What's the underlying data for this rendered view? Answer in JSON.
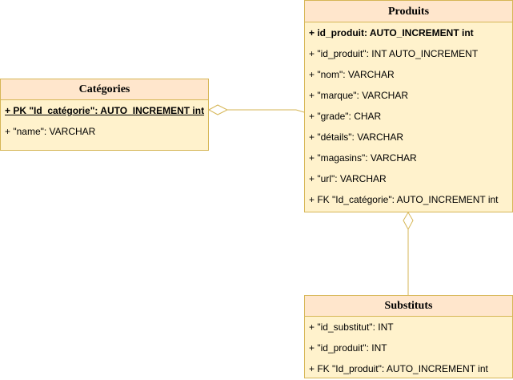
{
  "classes": {
    "categories": {
      "name": "Catégories",
      "attributes": [
        "+ PK \"Id_catégorie\": AUTO_INCREMENT int",
        "+ \"name\": VARCHAR"
      ]
    },
    "produits": {
      "name": "Produits",
      "attributes": [
        "+ id_produit: AUTO_INCREMENT int",
        "+ \"id_produit\": INT AUTO_INCREMENT",
        "+ \"nom\": VARCHAR",
        "+ \"marque\": VARCHAR",
        "+ \"grade\": CHAR",
        "+ \"détails\": VARCHAR",
        "+ \"magasins\": VARCHAR",
        "+ \"url\": VARCHAR",
        "+ FK \"Id_catégorie\": AUTO_INCREMENT int"
      ]
    },
    "substituts": {
      "name": "Substituts",
      "attributes": [
        "+ \"id_substitut\": INT",
        "+ \"id_produit\": INT",
        "+ FK \"Id_produit\": AUTO_INCREMENT int"
      ]
    }
  },
  "colors": {
    "header_fill": "#ffe6cc",
    "body_fill": "#fff2cc",
    "border": "#d6b656",
    "edge": "#d6b656"
  }
}
